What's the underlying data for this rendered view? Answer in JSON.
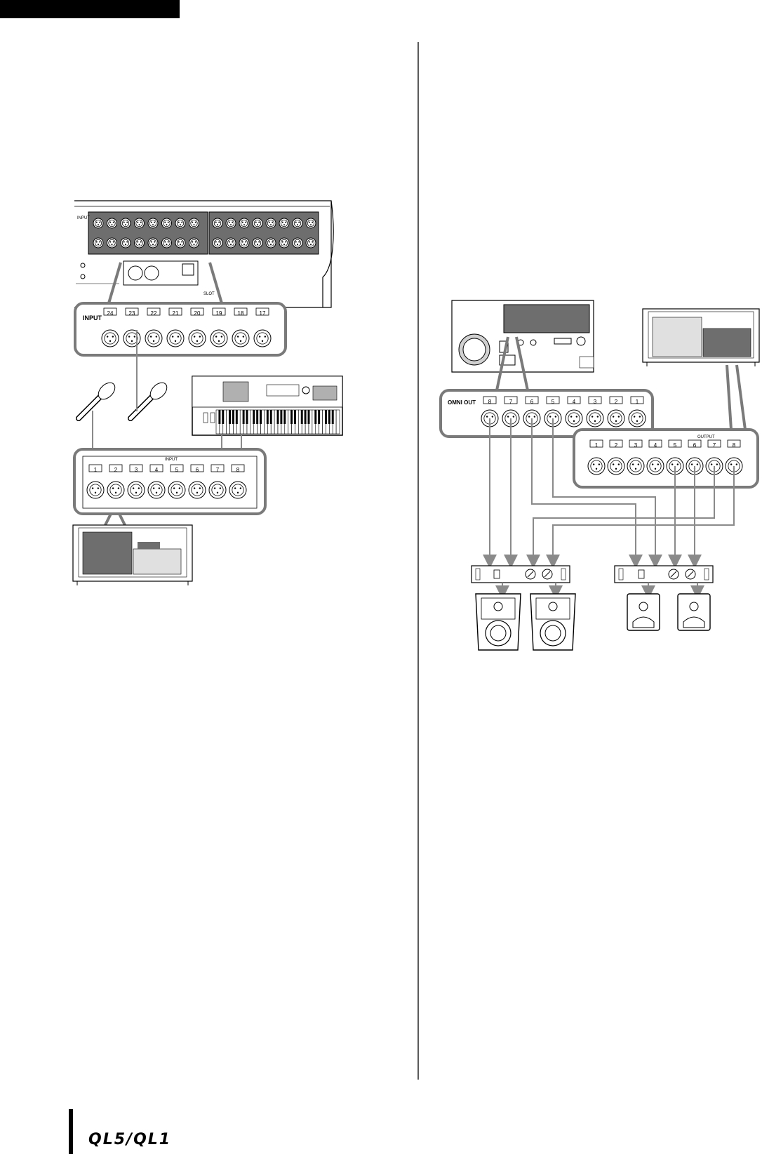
{
  "footer": {
    "model": "QL5/QL1"
  },
  "input_figure": {
    "console_panel_label": "INPUT",
    "slot_label": "SLOT",
    "zoom_label": "INPUT",
    "zoom_numbers": [
      "24",
      "23",
      "22",
      "21",
      "20",
      "19",
      "18",
      "17"
    ],
    "rack_label": "INPUT",
    "rack_numbers": [
      "1",
      "2",
      "3",
      "4",
      "5",
      "6",
      "7",
      "8"
    ]
  },
  "output_figure": {
    "zoom_label": "OMNI OUT",
    "zoom_numbers": [
      "8",
      "7",
      "6",
      "5",
      "4",
      "3",
      "2",
      "1"
    ],
    "rack_label": "OUTPUT",
    "rack_numbers": [
      "1",
      "2",
      "3",
      "4",
      "5",
      "6",
      "7",
      "8"
    ]
  },
  "colors": {
    "callout_border": "#7a7a7a",
    "cable": "#8a8a8a",
    "panel_fill": "#6e6e6e",
    "ink": "#000000"
  }
}
